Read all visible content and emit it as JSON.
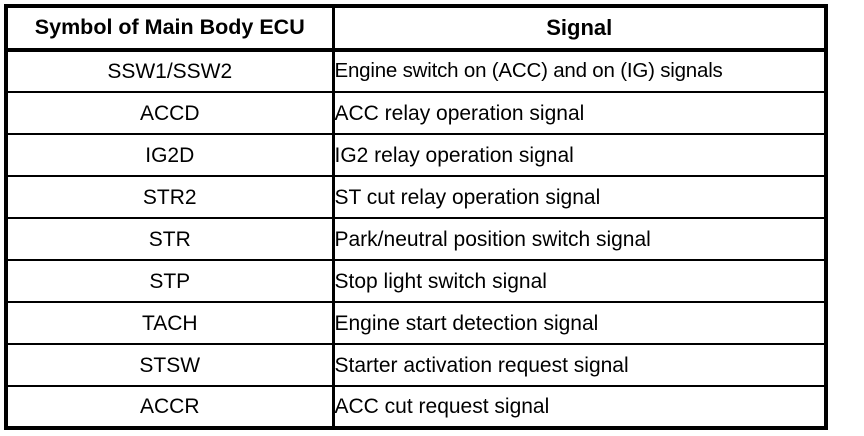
{
  "table": {
    "columns": [
      {
        "key": "symbol",
        "label": "Symbol of Main Body ECU",
        "align": "center"
      },
      {
        "key": "signal",
        "label": "Signal",
        "align": "center"
      }
    ],
    "rows": [
      {
        "symbol": "SSW1/SSW2",
        "signal": "Engine switch on (ACC) and on (IG) signals"
      },
      {
        "symbol": "ACCD",
        "signal": "ACC relay operation signal"
      },
      {
        "symbol": "IG2D",
        "signal": "IG2 relay operation signal"
      },
      {
        "symbol": "STR2",
        "signal": "ST cut relay operation signal"
      },
      {
        "symbol": "STR",
        "signal": "Park/neutral position switch signal"
      },
      {
        "symbol": "STP",
        "signal": "Stop light switch signal"
      },
      {
        "symbol": "TACH",
        "signal": "Engine start detection signal"
      },
      {
        "symbol": "STSW",
        "signal": "Starter activation request signal"
      },
      {
        "symbol": "ACCR",
        "signal": "ACC cut request signal"
      }
    ],
    "row_count": 9,
    "colors": {
      "text": "#000000",
      "background": "#ffffff",
      "border": "#000000"
    }
  }
}
